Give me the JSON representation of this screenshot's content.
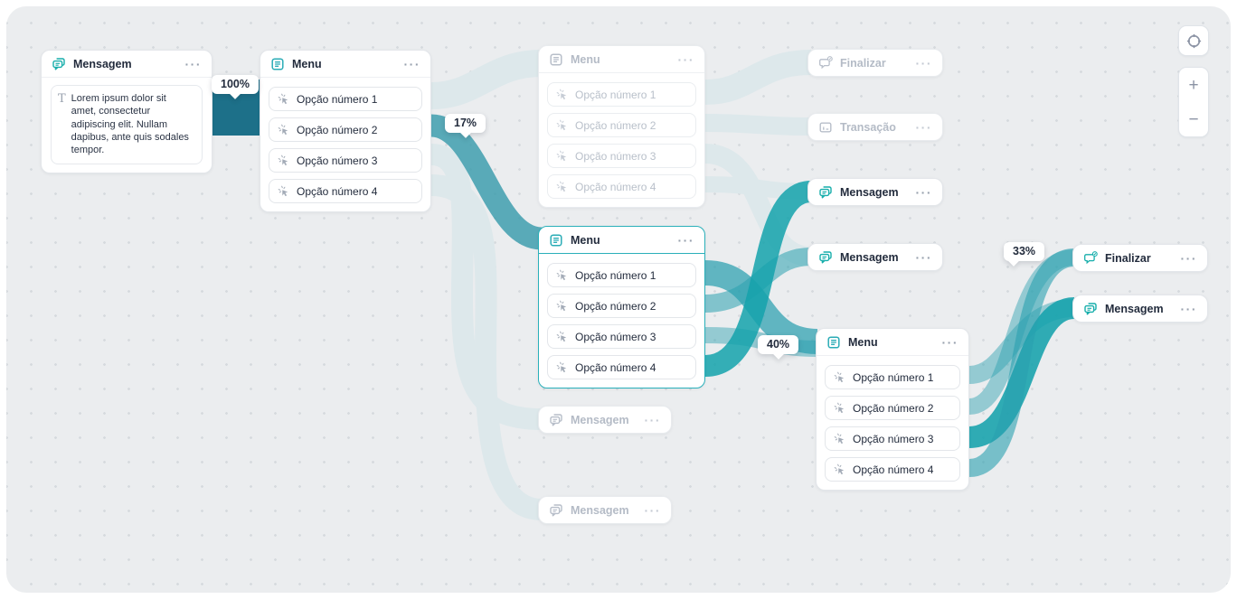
{
  "canvas": {
    "background": "#ebedef",
    "dot_color": "#d6dade"
  },
  "palette": {
    "flow_dark": "#1d7089",
    "flow_teal": "#2aa0af",
    "flow_saturated": "#14a2ac",
    "flow_faded": "#dde8eb",
    "accent": "#2ab0ba",
    "icon_teal": "#17aeab"
  },
  "menu_options": [
    "Opção número 1",
    "Opção número 2",
    "Opção número 3",
    "Opção número 4"
  ],
  "nodes": {
    "message1": {
      "title": "Mensagem",
      "body": "Lorem ipsum dolor sit amet, consectetur adipiscing elit. Nullam dapibus, ante quis sodales tempor."
    },
    "menu1": {
      "title": "Menu"
    },
    "menu2": {
      "title": "Menu"
    },
    "menu3": {
      "title": "Menu"
    },
    "menu4": {
      "title": "Menu"
    },
    "finalizar1": {
      "title": "Finalizar"
    },
    "finalizar2": {
      "title": "Finalizar"
    },
    "transacao1": {
      "title": "Transação"
    },
    "message2": {
      "title": "Mensagem"
    },
    "message3": {
      "title": "Mensagem"
    },
    "message4": {
      "title": "Mensagem"
    },
    "message5": {
      "title": "Mensagem"
    },
    "message6": {
      "title": "Mensagem"
    }
  },
  "badges": {
    "b100": "100%",
    "b17": "17%",
    "b40": "40%",
    "b33": "33%"
  },
  "ui": {
    "more": "···",
    "zoom_in": "+",
    "zoom_out": "−",
    "text_tool": "T"
  }
}
